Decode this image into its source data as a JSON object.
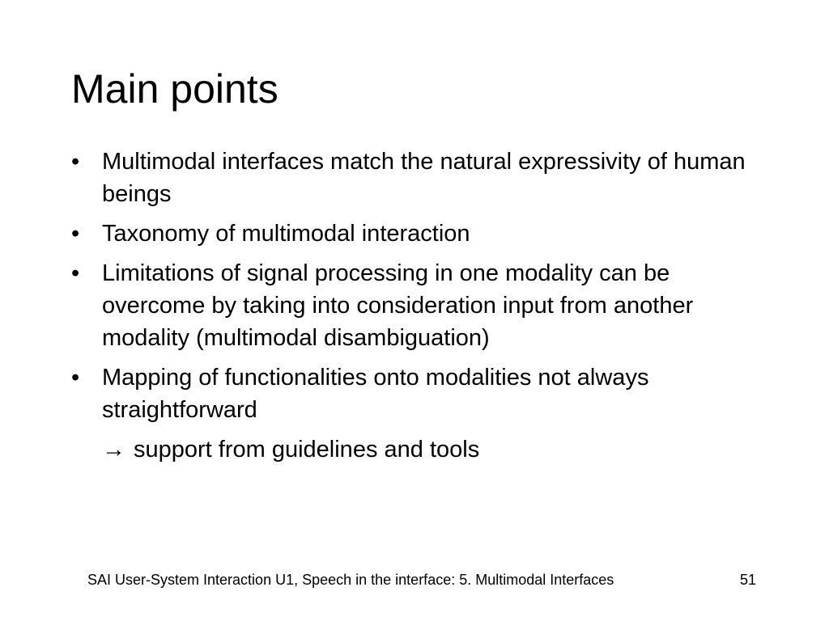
{
  "slide": {
    "title": "Main points",
    "bullets": [
      "Multimodal interfaces match the natural expressivity of human beings",
      "Taxonomy of multimodal interaction",
      "Limitations of signal processing in one modality can be overcome by taking into consideration input from another modality (multimodal disambiguation)",
      "Mapping of functionalities onto modalities not always straightforward"
    ],
    "sub_line": {
      "arrow": "→",
      "text": "support from guidelines and tools"
    },
    "bullet_symbol": "•",
    "footer": "SAI User-System Interaction U1, Speech in the interface: 5. Multimodal Interfaces",
    "page_number": "51"
  }
}
